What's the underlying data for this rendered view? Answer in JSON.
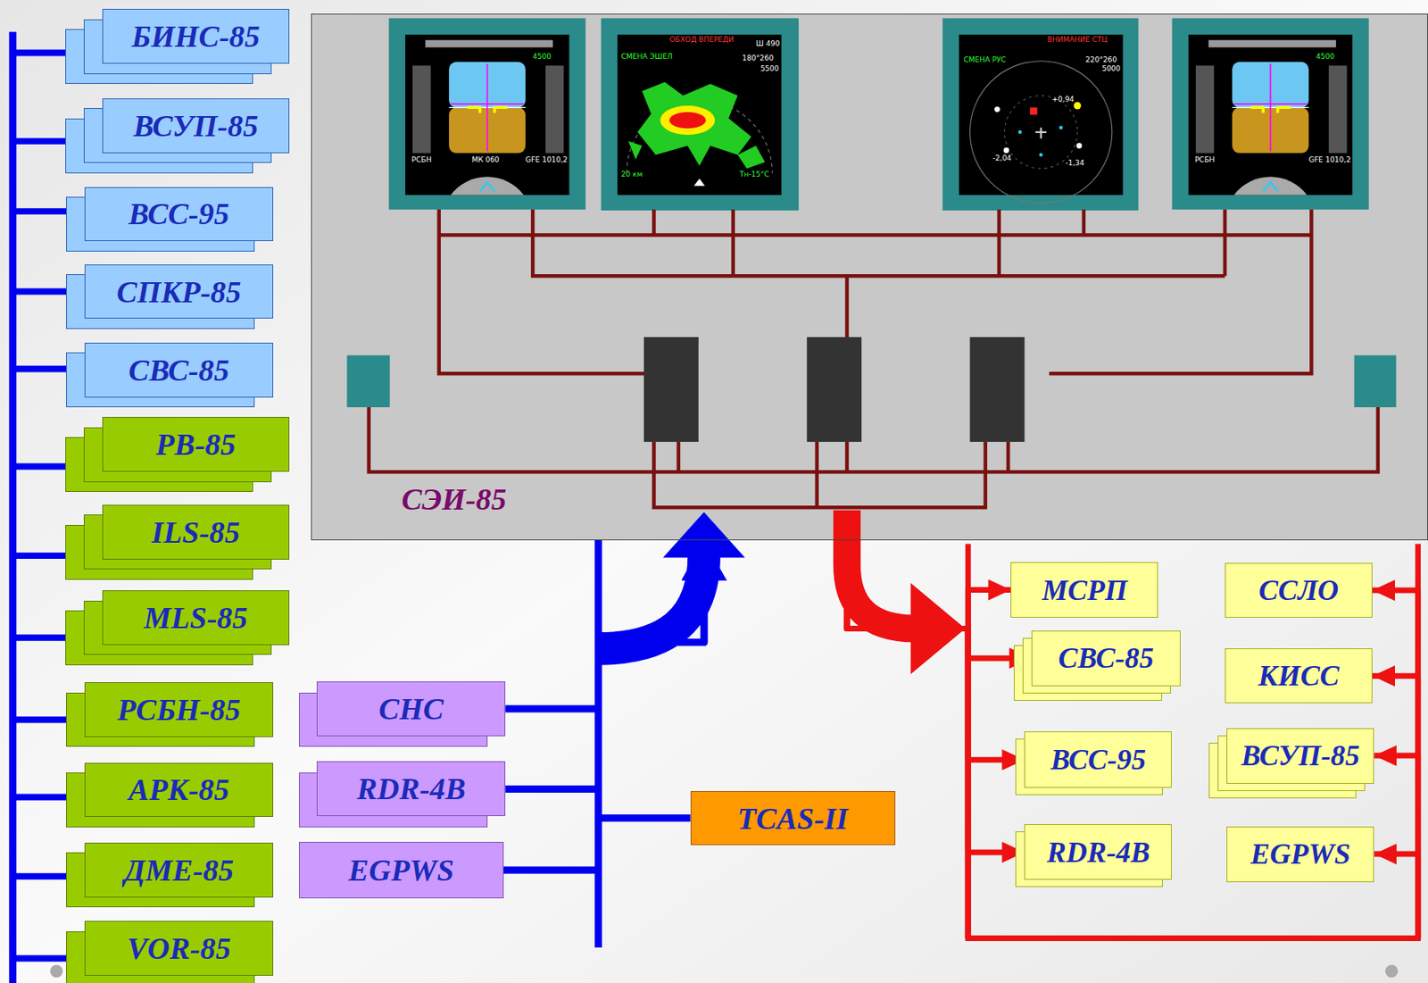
{
  "diagram": {
    "nodes": [
      {
        "text": [
          "БИНС-85"
        ]
      },
      {
        "text": [
          "ВСУП-85"
        ]
      },
      {
        "text": [
          "ВСС-95"
        ]
      },
      {
        "text": [
          "СПКР-85"
        ]
      },
      {
        "text": [
          "СВС-85"
        ]
      },
      {
        "text": [
          "РВ-85"
        ]
      },
      {
        "text": [
          "ILS-85"
        ]
      },
      {
        "text": [
          "MLS-85"
        ]
      },
      {
        "text": [
          "РСБН-85"
        ]
      },
      {
        "text": [
          "АРК-85"
        ]
      },
      {
        "text": [
          "ДМЕ-85"
        ]
      },
      {
        "text": [
          "VOR-85"
        ]
      },
      {
        "text": [
          "СЭИ-85"
        ]
      },
      {
        "text": [
          "СНС"
        ]
      },
      {
        "text": [
          "RDR-4B"
        ]
      },
      {
        "text": [
          "EGPWS"
        ]
      },
      {
        "text": [
          "TCAS-II"
        ]
      },
      {
        "text": [
          "МСРП"
        ]
      },
      {
        "text": [
          "СВС-85"
        ]
      },
      {
        "text": [
          "ВСС-95"
        ]
      },
      {
        "text": [
          "RDR-4B"
        ]
      },
      {
        "text": [
          "ССЛО"
        ]
      },
      {
        "text": [
          "КИСС"
        ]
      },
      {
        "text": [
          "ВСУП-85"
        ]
      },
      {
        "text": [
          "EGPWS"
        ]
      }
    ],
    "edges": [
      {
        "from": 13,
        "to": 12,
        "arrow": "to"
      },
      {
        "from": 14,
        "to": 12,
        "arrow": "to"
      },
      {
        "from": 15,
        "to": 12,
        "arrow": "to"
      },
      {
        "from": 16,
        "to": 12,
        "arrow": "to"
      },
      {
        "from": 12,
        "to": 17,
        "arrow": "to"
      },
      {
        "from": 12,
        "to": 18,
        "arrow": "to"
      },
      {
        "from": 12,
        "to": 19,
        "arrow": "to"
      },
      {
        "from": 12,
        "to": 20,
        "arrow": "to"
      },
      {
        "from": 12,
        "to": 21,
        "arrow": "to"
      },
      {
        "from": 12,
        "to": 22,
        "arrow": "to"
      },
      {
        "from": 12,
        "to": 23,
        "arrow": "to"
      },
      {
        "from": 12,
        "to": 24,
        "arrow": "to"
      }
    ],
    "labels": [
      "4500",
      "GFE 1010,2",
      "РСБН",
      "МК 060",
      "ОБХОД ВПЕРЕДИ",
      "СМЕНА ЭШЕЛ",
      "Ш 490",
      "180°260",
      "5500",
      "20 км",
      "Тн-15°С",
      "ВНИМАНИЕ СТЦ",
      "СМЕНА РУС",
      "220°260",
      "5000",
      "+0,94",
      "-2,04",
      "-1,34",
      "4500",
      "GFE 1010,2",
      "РСБН"
    ]
  }
}
